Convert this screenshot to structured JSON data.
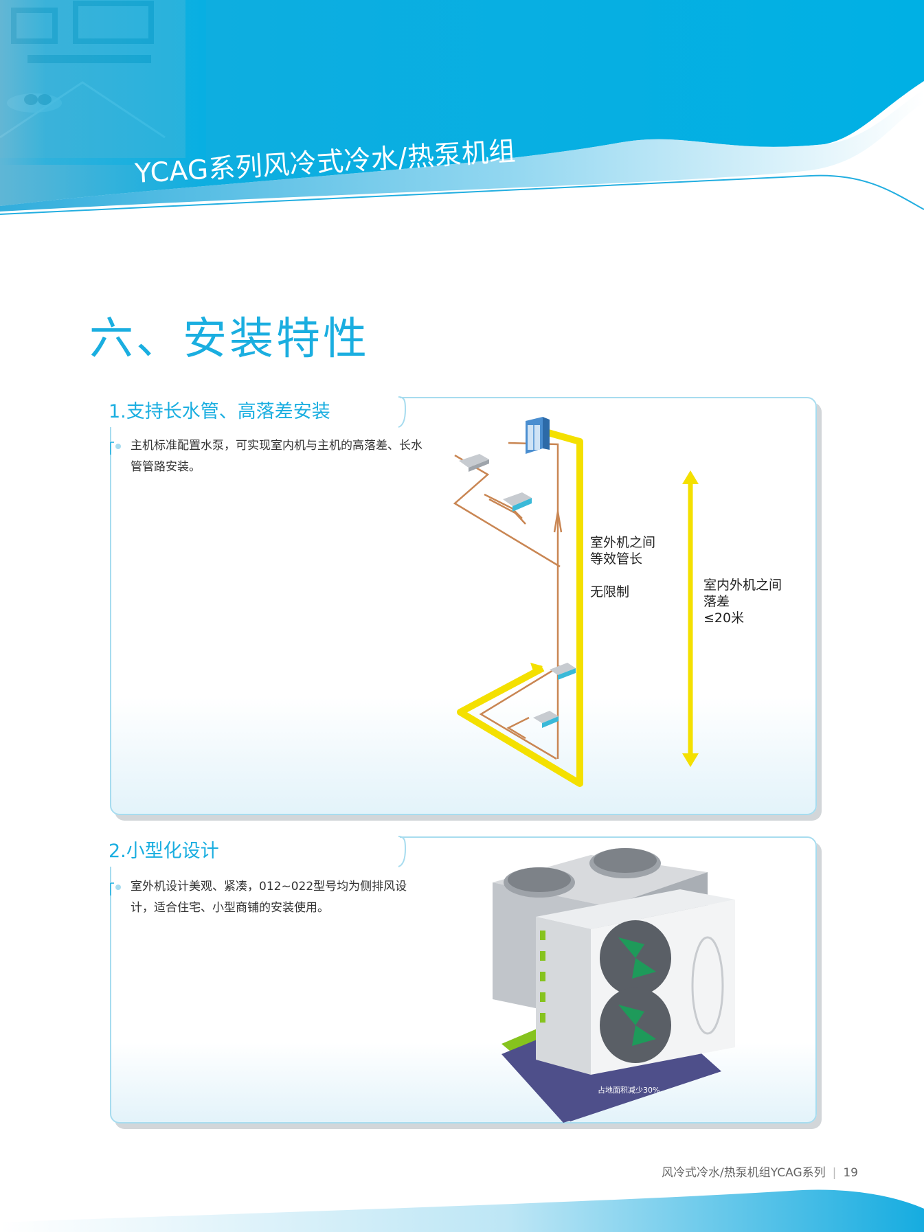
{
  "header": {
    "title": "YCAG系列风冷式冷水/热泵机组"
  },
  "page_heading": "六、安装特性",
  "sections": [
    {
      "heading": "1.支持长水管、高落差安装",
      "text": "主机标准配置水泵，可实现室内机与主机的高落差、长水管管路安装。",
      "diagram": {
        "label_pipe_line1": "室外机之间",
        "label_pipe_line2": "等效管长",
        "label_pipe_line3": "无限制",
        "label_drop_line1": "室内外机之间",
        "label_drop_line2": "落差",
        "label_drop_line3": "≤20米"
      }
    },
    {
      "heading": "2.小型化设计",
      "text": "室外机设计美观、紧凑，012~022型号均为侧排风设计，适合住宅、小型商铺的安装使用。",
      "illustration": {
        "footprint_label": "占地面积减少30%"
      }
    }
  ],
  "footer": {
    "series_label": "风冷式冷水/热泵机组YCAG系列",
    "page_number": "19"
  },
  "colors": {
    "brand_blue": "#1aaee0",
    "pipe_yellow": "#f4e000",
    "pipe_copper": "#c98653",
    "footprint_navy": "#4e4f8a",
    "footprint_green": "#86c31e"
  }
}
